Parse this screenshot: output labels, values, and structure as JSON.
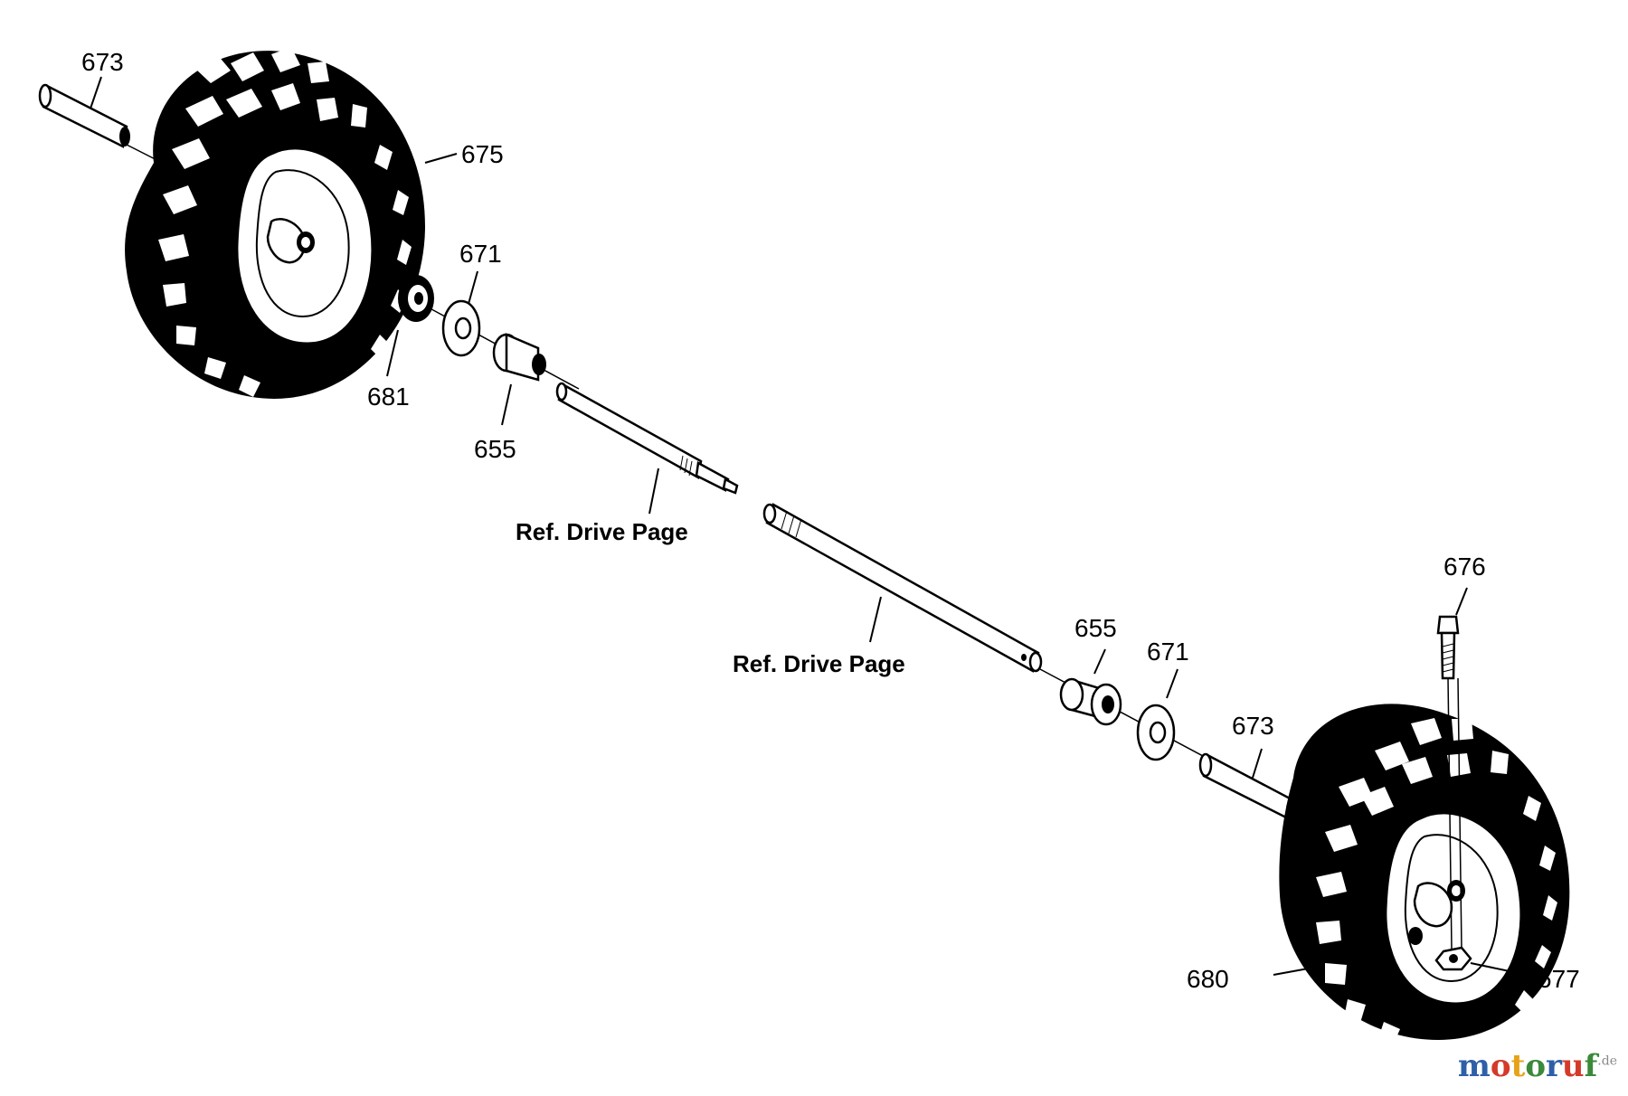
{
  "labels": {
    "l673a": "673",
    "l675": "675",
    "l671a": "671",
    "l681": "681",
    "l655a": "655",
    "refdrive1": "Ref. Drive Page",
    "refdrive2": "Ref. Drive Page",
    "l676": "676",
    "l655b": "655",
    "l671b": "671",
    "l673b": "673",
    "l680": "680",
    "l677": "677"
  },
  "watermark": {
    "letters": [
      "m",
      "o",
      "t",
      "o",
      "r",
      "u",
      "f"
    ],
    "colors": [
      "#2e5fa8",
      "#d43a2a",
      "#e6a21a",
      "#3a8a3a",
      "#2e5fa8",
      "#d43a2a",
      "#3a8a3a"
    ],
    "suffix": ".de"
  }
}
